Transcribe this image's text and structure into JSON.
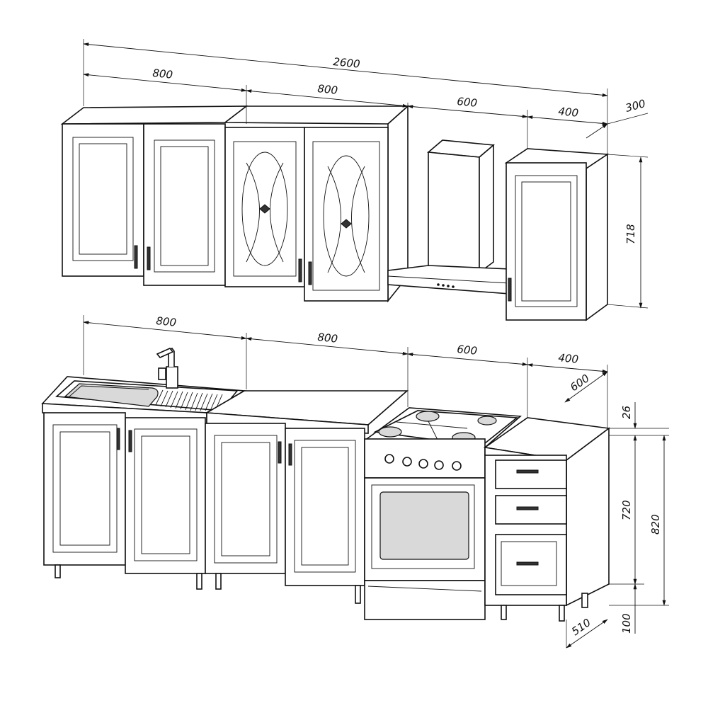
{
  "dimensions": {
    "upper_total": "2600",
    "upper_w1": "800",
    "upper_w2": "800",
    "upper_w3": "600",
    "upper_w4": "400",
    "upper_depth": "300",
    "upper_height": "718",
    "lower_w1": "800",
    "lower_w2": "800",
    "lower_w3": "600",
    "lower_w4": "400",
    "lower_depth": "600",
    "worktop": "26",
    "body_height": "720",
    "total_height": "820",
    "legs": "100",
    "base_depth": "510"
  }
}
